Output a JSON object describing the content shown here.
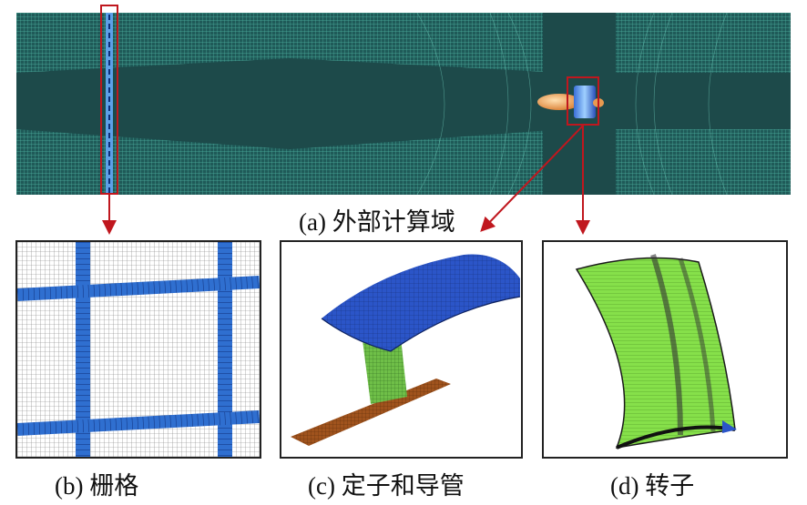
{
  "figure": {
    "caption_a": "(a) 外部计算域",
    "caption_b": "(b) 栅格",
    "caption_c": "(c) 定子和导管",
    "caption_d": "(d) 转子"
  },
  "colors": {
    "mesh_green": "#2a8f7f",
    "mesh_dark": "#1d4a4a",
    "highlight_red": "#c0171e",
    "stator_blue": "#2b55c8",
    "rotor_green": "#86e04a",
    "duct_brown": "#a0531d"
  }
}
